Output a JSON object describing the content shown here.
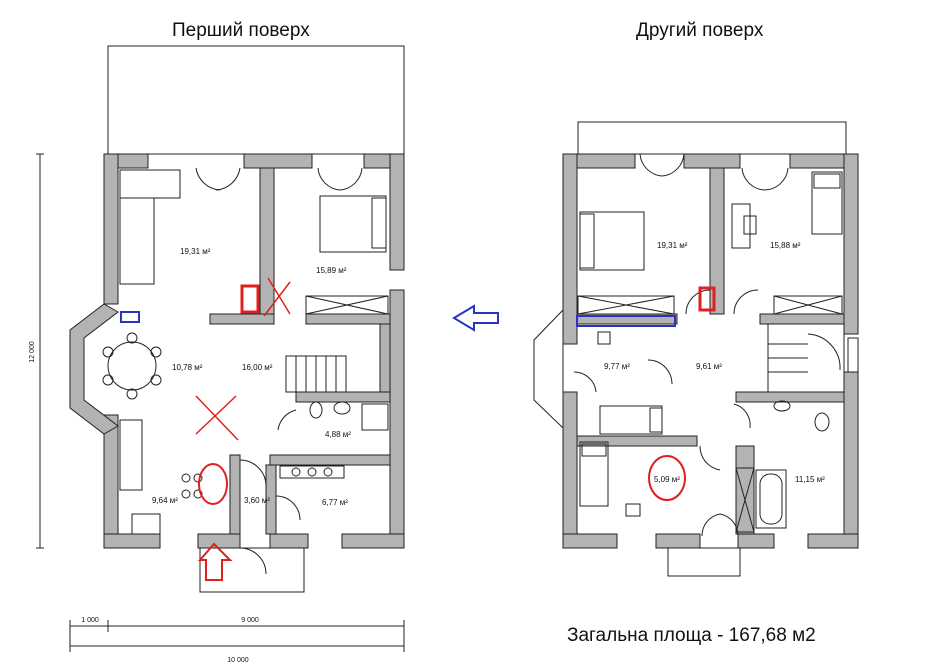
{
  "titles": {
    "first_floor": "Перший поверх",
    "second_floor": "Другий поверх"
  },
  "total_area": "Загальна площа - 167,68 м2",
  "dimensions": {
    "height": "12 000",
    "width_outer": "10 000",
    "width_inner": "9 000",
    "offset": "1 000"
  },
  "first_floor_rooms": [
    {
      "id": "living",
      "area": "19,31 м²"
    },
    {
      "id": "bed",
      "area": "15,89 м²"
    },
    {
      "id": "dining",
      "area": "10,78 м²"
    },
    {
      "id": "hall",
      "area": "16,00 м²"
    },
    {
      "id": "bath",
      "area": "4,88 м²"
    },
    {
      "id": "kitchen",
      "area": "9,64 м²"
    },
    {
      "id": "vestibule",
      "area": "3,60 м²"
    },
    {
      "id": "utility",
      "area": "6,77 м²"
    }
  ],
  "second_floor_rooms": [
    {
      "id": "bedroom1",
      "area": "19,31 м²"
    },
    {
      "id": "bedroom2",
      "area": "15,88 м²"
    },
    {
      "id": "room3",
      "area": "9,77 м²"
    },
    {
      "id": "hall2",
      "area": "9,61 м²"
    },
    {
      "id": "room5",
      "area": "5,09 м²"
    },
    {
      "id": "bath2",
      "area": "11,15 м²"
    }
  ],
  "colors": {
    "wall": "#b3b3b3",
    "wall_stroke": "#222222",
    "markup_red": "#e0201c",
    "markup_blue": "#2a33c8"
  },
  "annotations": [
    "arrow-left",
    "arrow-up-entrance",
    "red-cross",
    "red-circle",
    "blue-rect",
    "red-square"
  ]
}
